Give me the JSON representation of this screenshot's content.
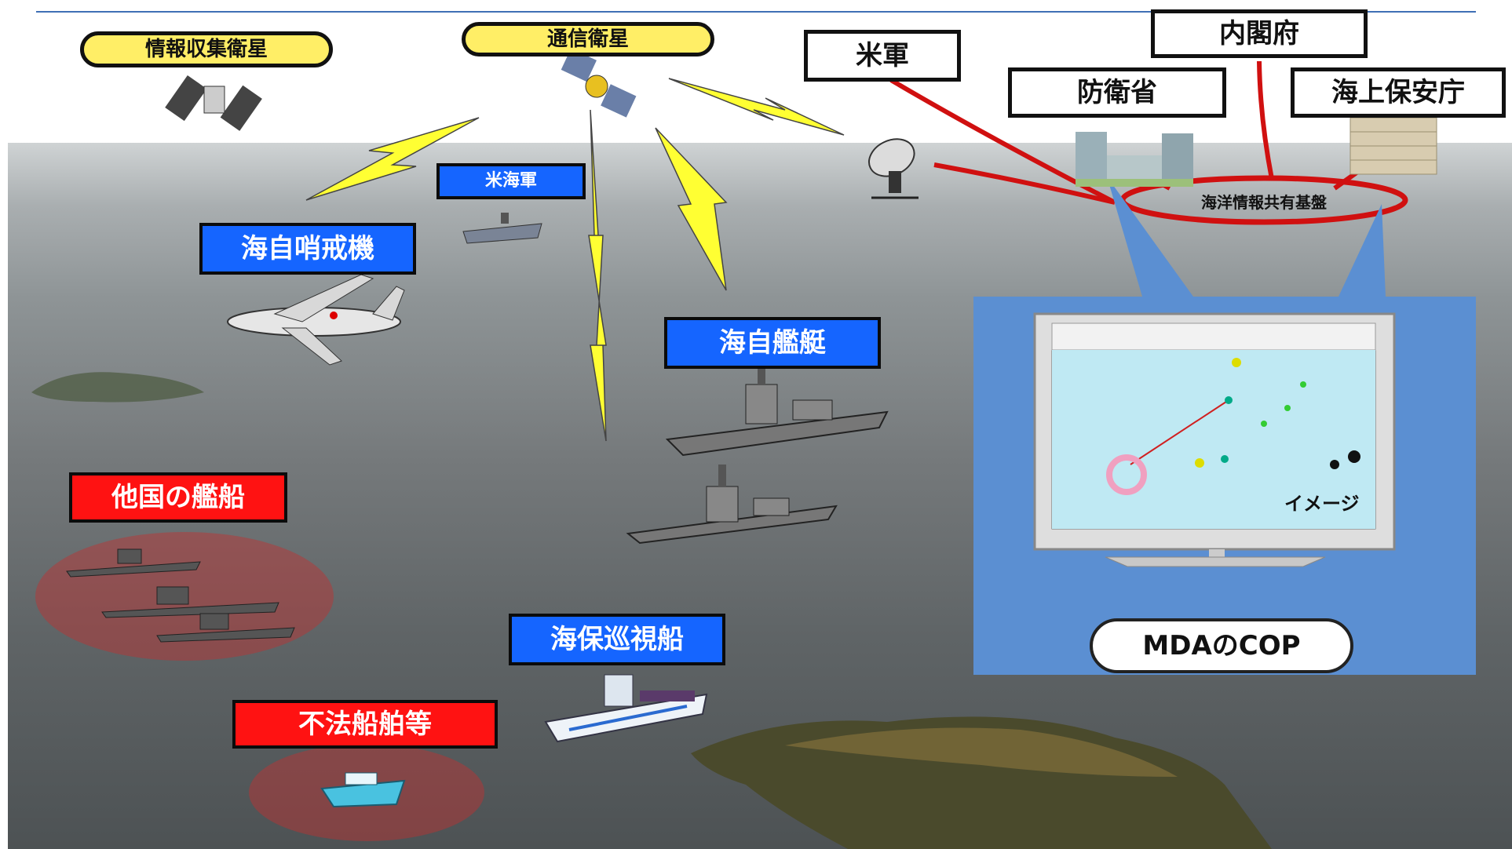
{
  "labels": {
    "info_satellite": "情報収集衛星",
    "comm_satellite": "通信衛星",
    "us_military": "米軍",
    "cabinet_office": "内閣府",
    "defense_ministry": "防衛省",
    "coast_guard": "海上保安庁",
    "info_platform": "海洋情報共有基盤",
    "us_navy": "米海軍",
    "jmsdf_patrol_aircraft": "海自哨戒機",
    "jmsdf_vessels": "海自艦艇",
    "foreign_vessels": "他国の艦船",
    "illegal_vessels": "不法船舶等",
    "jcg_patrol_vessel": "海保巡視船",
    "mda_cop": "MDAのCOP",
    "image_note": "イメージ"
  },
  "colors": {
    "pill_yellow": "#ffee66",
    "label_blue": "#1565ff",
    "label_red": "#ff1212",
    "link_red": "#d01010",
    "lightning_yellow": "#ffff33",
    "panel_blue": "#5b8fd2"
  },
  "icons": [
    "satellite-icon",
    "comm-satellite-icon",
    "parabolic-antenna-icon",
    "building-icon",
    "aircraft-icon",
    "warship-icon",
    "carrier-icon",
    "patrol-ship-icon",
    "boat-icon",
    "monitor-icon",
    "lightning-icon"
  ]
}
